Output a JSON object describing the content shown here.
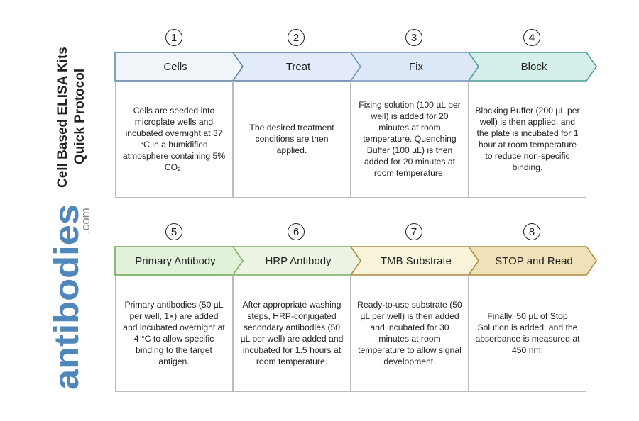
{
  "title_line1": "Cell Based ELISA Kits",
  "title_line2": "Quick Protocol",
  "logo": {
    "text": "antibodies",
    "suffix": ".com",
    "color": "#4f87bb"
  },
  "steps": [
    {
      "n": "1",
      "label": "Cells",
      "text": "Cells are seeded into microplate wells and incubated overnight at 37 °C in a humidified atmosphere containing 5% CO₂.",
      "fill": "#f2f6fb",
      "stroke": "#5b7fa8"
    },
    {
      "n": "2",
      "label": "Treat",
      "text": "The desired treatment conditions are then applied.",
      "fill": "#e3eaf8",
      "stroke": "#5b7fa8"
    },
    {
      "n": "3",
      "label": "Fix",
      "text": "Fixing solution (100 µL per well) is added for 20 minutes at room temperature. Quenching Buffer (100 µL) is then added for 20 minutes at room temperature.",
      "fill": "#dde9f8",
      "stroke": "#6e93bd"
    },
    {
      "n": "4",
      "label": "Block",
      "text": "Blocking Buffer (200 µL per well) is then applied, and the plate is incubated for 1 hour at room temperature to reduce non-specific binding.",
      "fill": "#d5efea",
      "stroke": "#4a9a90"
    },
    {
      "n": "5",
      "label": "Primary Antibody",
      "text": "Primary antibodies (50 µL per well, 1×) are added and incubated overnight at 4 °C to allow specific binding to the target antigen.",
      "fill": "#e2f1da",
      "stroke": "#6aa34e"
    },
    {
      "n": "6",
      "label": "HRP Antibody",
      "text": "After appropriate washing steps, HRP-conjugated secondary antibodies (50 µL per well) are added and incubated for 1.5 hours at room temperature.",
      "fill": "#ebf4e2",
      "stroke": "#7aac5a"
    },
    {
      "n": "7",
      "label": "TMB Substrate",
      "text": "Ready-to-use substrate (50 µL per well) is then added and incubated for 30 minutes at room temperature to allow signal development.",
      "fill": "#f8f4da",
      "stroke": "#a88a3c"
    },
    {
      "n": "8",
      "label": "STOP and Read",
      "text": "Finally, 50 µL of Stop Solution is added, and the absorbance is measured at 450 nm.",
      "fill": "#f0e1b9",
      "stroke": "#a88a3c"
    }
  ]
}
